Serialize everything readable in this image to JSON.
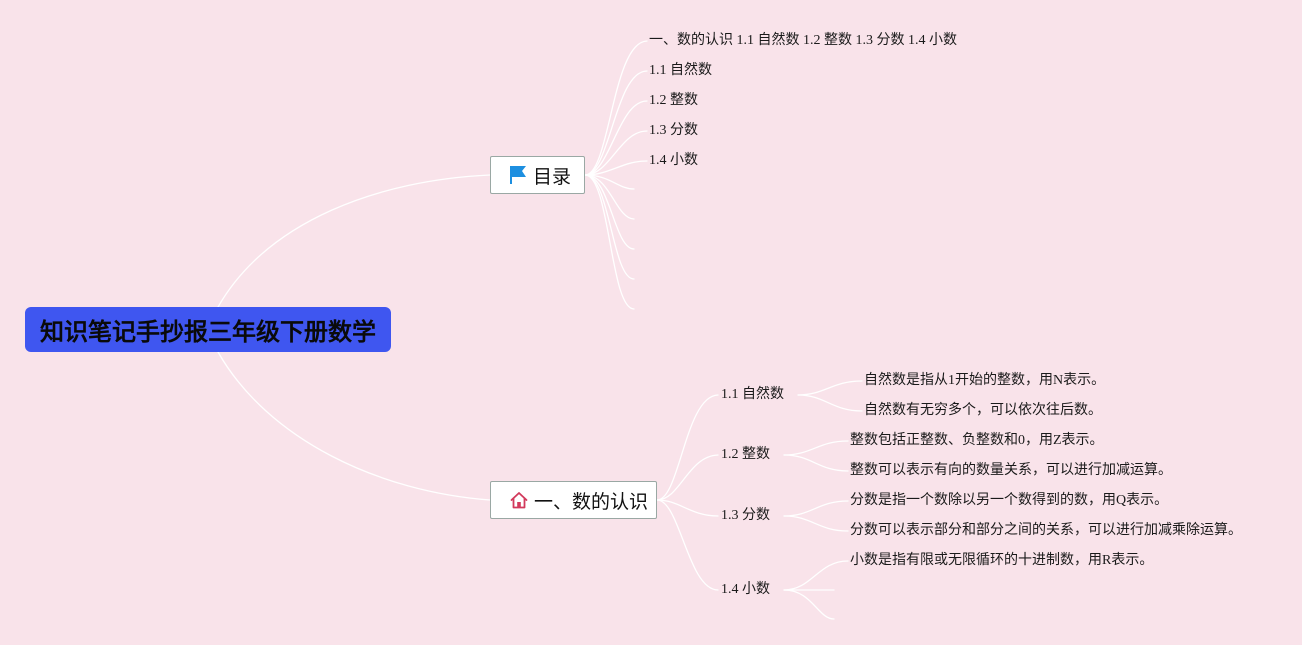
{
  "root": {
    "title": "知识笔记手抄报三年级下册数学"
  },
  "toc": {
    "label": "目录",
    "icon": "flag-icon",
    "items": [
      "一、数的认识 1.1 自然数 1.2 整数 1.3 分数 1.4 小数",
      "1.1 自然数",
      "1.2 整数",
      "1.3 分数",
      "1.4 小数"
    ]
  },
  "section": {
    "label": "一、数的认识",
    "icon": "home-icon",
    "subs": [
      {
        "label": "1.1 自然数",
        "notes": [
          "自然数是指从1开始的整数，用N表示。",
          "自然数有无穷多个，可以依次往后数。"
        ]
      },
      {
        "label": "1.2 整数",
        "notes": [
          "整数包括正整数、负整数和0，用Z表示。",
          "整数可以表示有向的数量关系，可以进行加减运算。"
        ]
      },
      {
        "label": "1.3 分数",
        "notes": [
          "分数是指一个数除以另一个数得到的数，用Q表示。",
          "分数可以表示部分和部分之间的关系，可以进行加减乘除运算。"
        ]
      },
      {
        "label": "1.4 小数",
        "notes": [
          "小数是指有限或无限循环的十进制数，用R表示。"
        ]
      }
    ]
  },
  "colors": {
    "background": "#f9e3ea",
    "root_fill": "#3f56f0",
    "connector": "#ffffff",
    "flag": "#1d8fe0",
    "home": "#d23a5c"
  }
}
